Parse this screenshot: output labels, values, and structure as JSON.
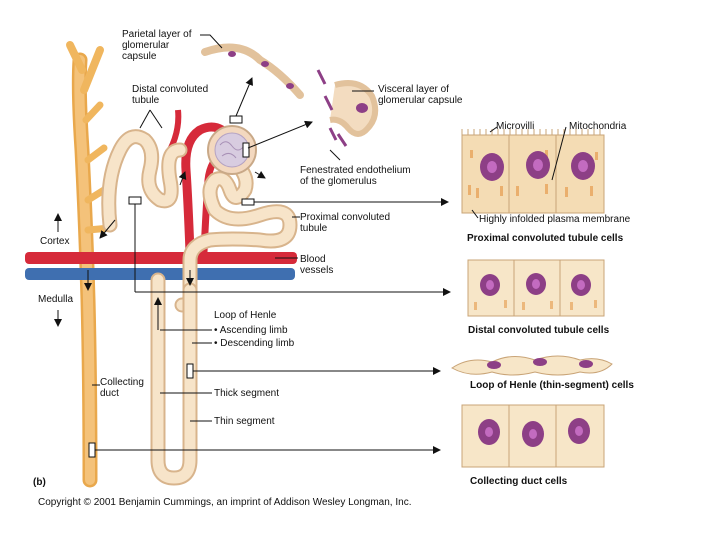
{
  "labels": {
    "parietal": "Parietal layer of\nglomerular\ncapsule",
    "distal": "Distal convoluted\ntubule",
    "visceral": "Visceral layer of\nglomerular capsule",
    "fenestrated": "Fenestrated endothelium\nof the glomerulus",
    "proximal": "Proximal convoluted\ntubule",
    "blood_vessels": "Blood\nvessels",
    "cortex": "Cortex",
    "medulla": "Medulla",
    "loop_title": "Loop of Henle",
    "ascending": "• Ascending limb",
    "descending": "• Descending limb",
    "collecting": "Collecting\nduct",
    "thick": "Thick segment",
    "thin": "Thin segment",
    "panel": "(b)",
    "microvilli": "Microvilli",
    "mitochondria": "Mitochondria",
    "infolded": "Highly infolded plasma membrane"
  },
  "captions": {
    "pct": "Proximal convoluted tubule cells",
    "dct": "Distal convoluted tubule cells",
    "loh": "Loop of Henle (thin-segment) cells",
    "cd": "Collecting duct cells"
  },
  "copyright": "Copyright © 2001 Benjamin Cummings, an imprint of Addison Wesley Longman, Inc.",
  "colors": {
    "tubule": "#f5dfc2",
    "duct": "#f0b65e",
    "artery": "#d62a3a",
    "vein": "#3f6fb0",
    "cell_bg": "#f7e6c8",
    "nucleus": "#8d3f86",
    "glomerulus": "#d8cce0"
  }
}
